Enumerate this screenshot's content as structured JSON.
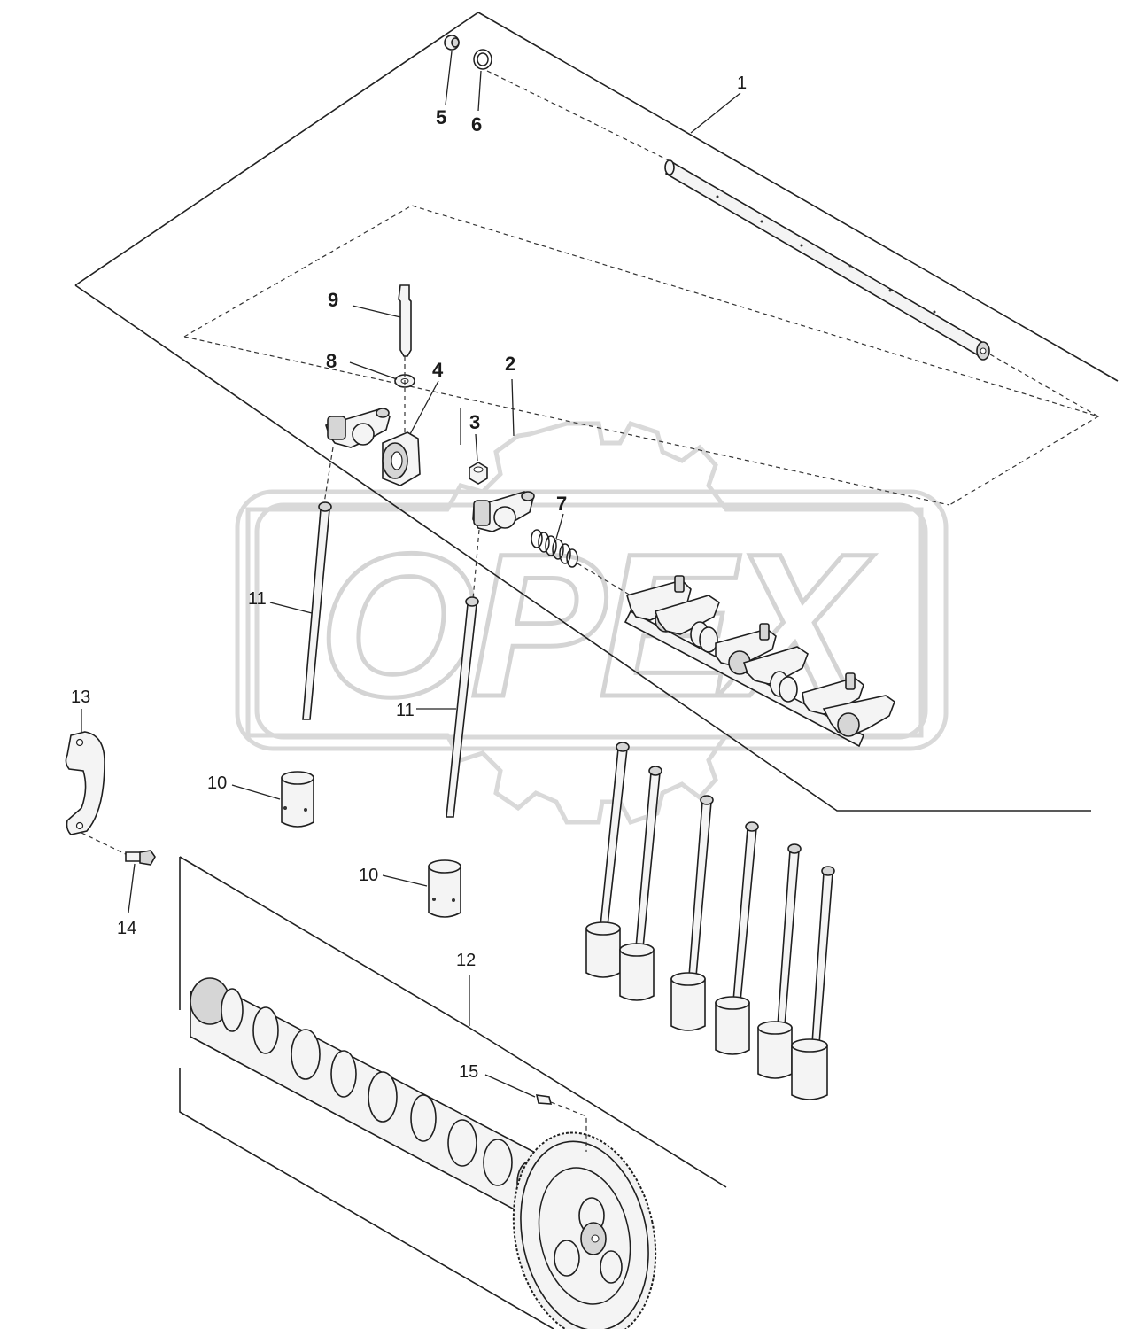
{
  "watermark": {
    "text": "OPEX"
  },
  "callouts": [
    {
      "id": "c1",
      "label": "1"
    },
    {
      "id": "c2",
      "label": "2"
    },
    {
      "id": "c3",
      "label": "3"
    },
    {
      "id": "c4",
      "label": "4"
    },
    {
      "id": "c5",
      "label": "5"
    },
    {
      "id": "c6",
      "label": "6"
    },
    {
      "id": "c7",
      "label": "7"
    },
    {
      "id": "c8",
      "label": "8"
    },
    {
      "id": "c9",
      "label": "9"
    },
    {
      "id": "c10a",
      "label": "10"
    },
    {
      "id": "c10b",
      "label": "10"
    },
    {
      "id": "c11a",
      "label": "11"
    },
    {
      "id": "c11b",
      "label": "11"
    },
    {
      "id": "c12",
      "label": "12"
    },
    {
      "id": "c13",
      "label": "13"
    },
    {
      "id": "c14",
      "label": "14"
    },
    {
      "id": "c15",
      "label": "15"
    }
  ]
}
